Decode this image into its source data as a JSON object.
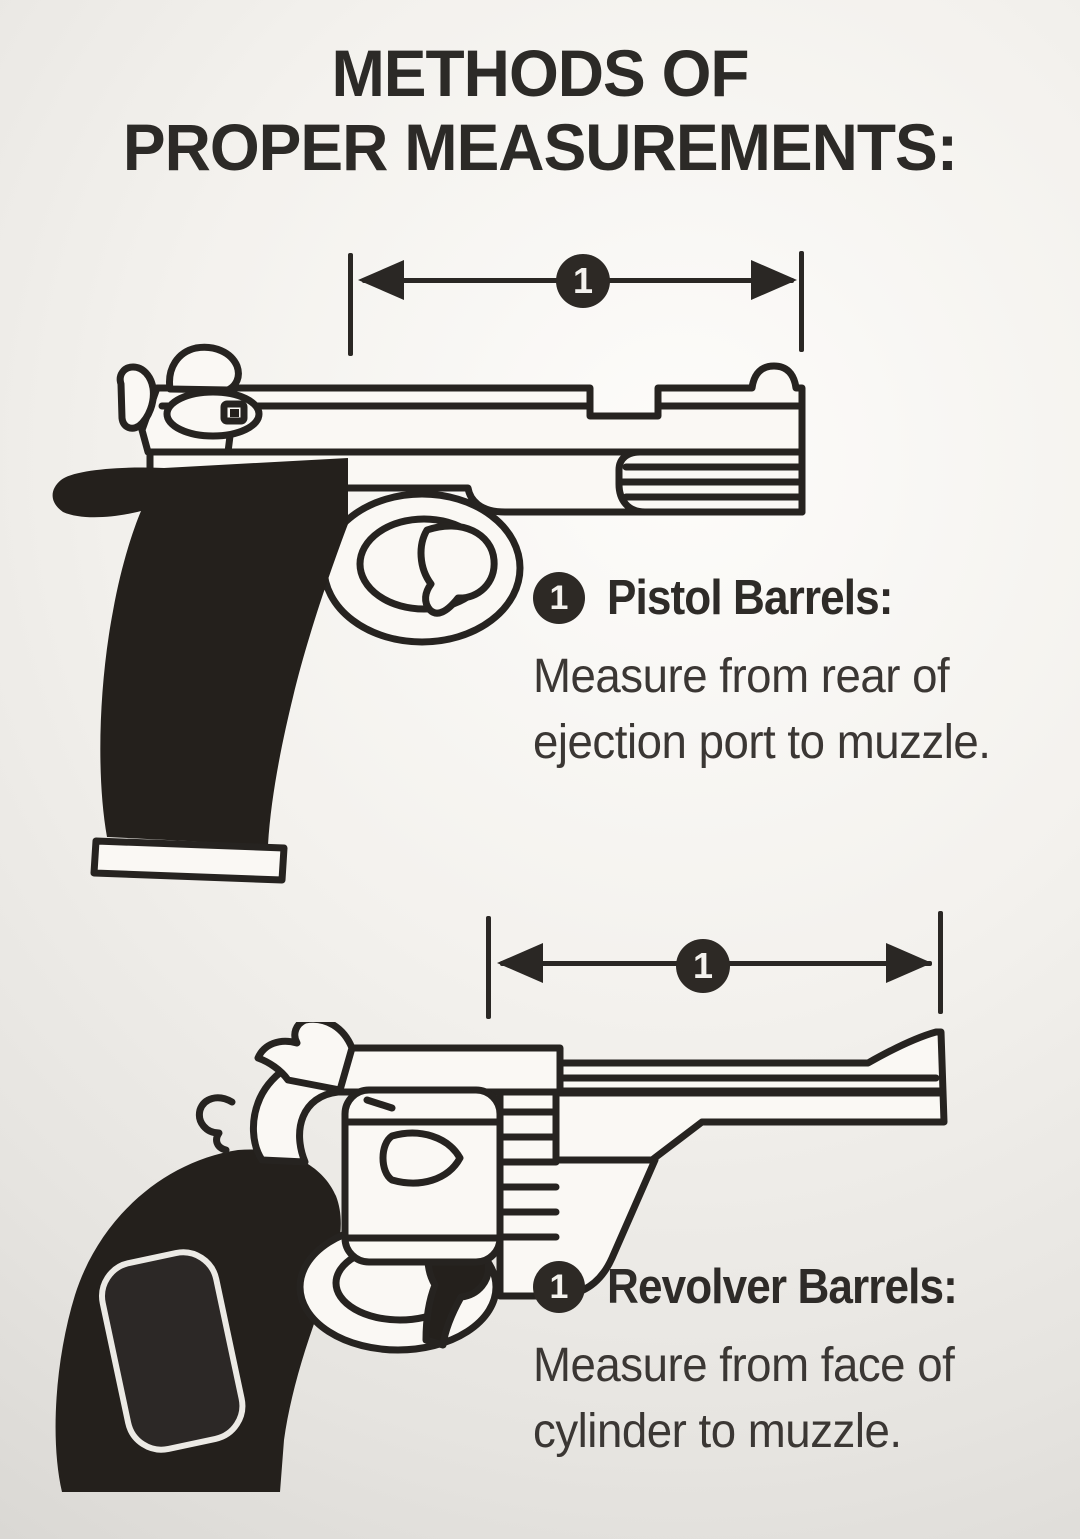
{
  "colors": {
    "ink": "#262320",
    "paper_center": "#fdfcfa",
    "paper_edge": "#d3d1cd",
    "grip_black": "#24201c",
    "badge_bg": "#2d2925",
    "badge_text": "#f4f2ee"
  },
  "title": {
    "line1": "METHODS OF",
    "line2": "PROPER MEASUREMENTS:"
  },
  "pistol": {
    "measurement_badge": "1",
    "caption_badge": "1",
    "caption_title": "Pistol Barrels:",
    "caption_line1": "Measure from rear of",
    "caption_line2": "ejection port to muzzle."
  },
  "revolver": {
    "measurement_badge": "1",
    "caption_badge": "1",
    "caption_title": "Revolver Barrels:",
    "caption_line1": "Measure from face of",
    "caption_line2": "cylinder to muzzle."
  },
  "icons": {
    "measurement_arrow": "double-headed-measurement-arrow",
    "pistol_illustration": "semi-automatic-pistol-side-view",
    "revolver_illustration": "revolver-side-view"
  }
}
